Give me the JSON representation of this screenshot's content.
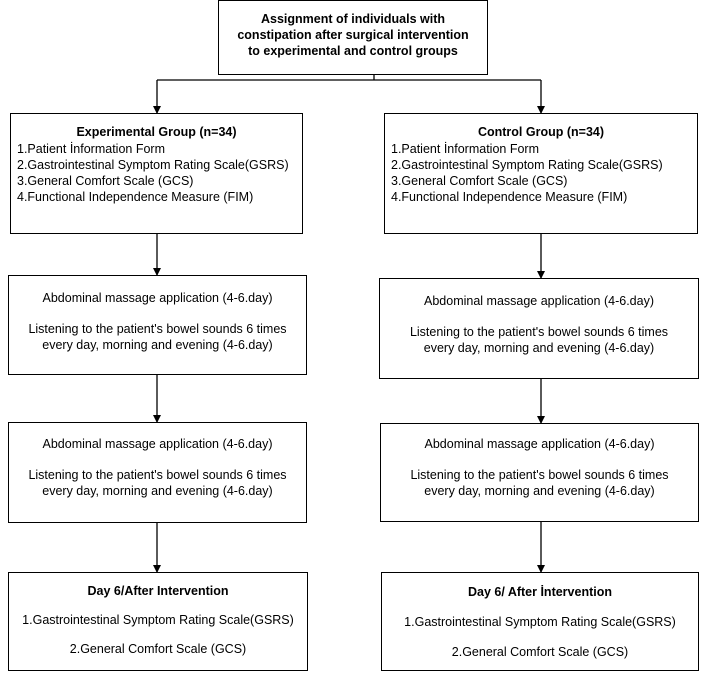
{
  "top": {
    "lines": [
      "Assignment of individuals with",
      "constipation after surgical intervention",
      "to experimental and control groups"
    ]
  },
  "experimental": {
    "title": "Experimental Group (n=34)",
    "items": [
      "1.Patient İnformation Form",
      "2.Gastrointestinal Symptom Rating Scale(GSRS)",
      "3.General Comfort Scale (GCS)",
      "4.Functional Independence Measure (FIM)"
    ],
    "step1": {
      "line1": "Abdominal massage application (4-6.day)",
      "line2a": "Listening to the patient's bowel sounds 6 times",
      "line2b": "every day, morning and evening (4-6.day)"
    },
    "step2": {
      "line1": "Abdominal massage application (4-6.day)",
      "line2a": "Listening to the patient's bowel sounds 6 times",
      "line2b": "every day, morning and evening (4-6.day)"
    },
    "final": {
      "title": "Day 6/After Intervention",
      "item1": "1.Gastrointestinal Symptom Rating Scale(GSRS)",
      "item2": "2.General Comfort Scale (GCS)"
    }
  },
  "control": {
    "title": "Control Group (n=34)",
    "items": [
      "1.Patient İnformation Form",
      "2.Gastrointestinal Symptom Rating Scale(GSRS)",
      "3.General Comfort Scale (GCS)",
      "4.Functional Independence Measure (FIM)"
    ],
    "step1": {
      "line1": "Abdominal massage application (4-6.day)",
      "line2a": "Listening to the patient's bowel sounds 6 times",
      "line2b": "every day, morning and evening (4-6.day)"
    },
    "step2": {
      "line1": "Abdominal massage application (4-6.day)",
      "line2a": "Listening to the patient's bowel sounds 6 times",
      "line2b": "every day, morning and evening (4-6.day)"
    },
    "final": {
      "title": "Day 6/ After İntervention",
      "item1": "1.Gastrointestinal Symptom Rating Scale(GSRS)",
      "item2": "2.General Comfort Scale (GCS)"
    }
  }
}
